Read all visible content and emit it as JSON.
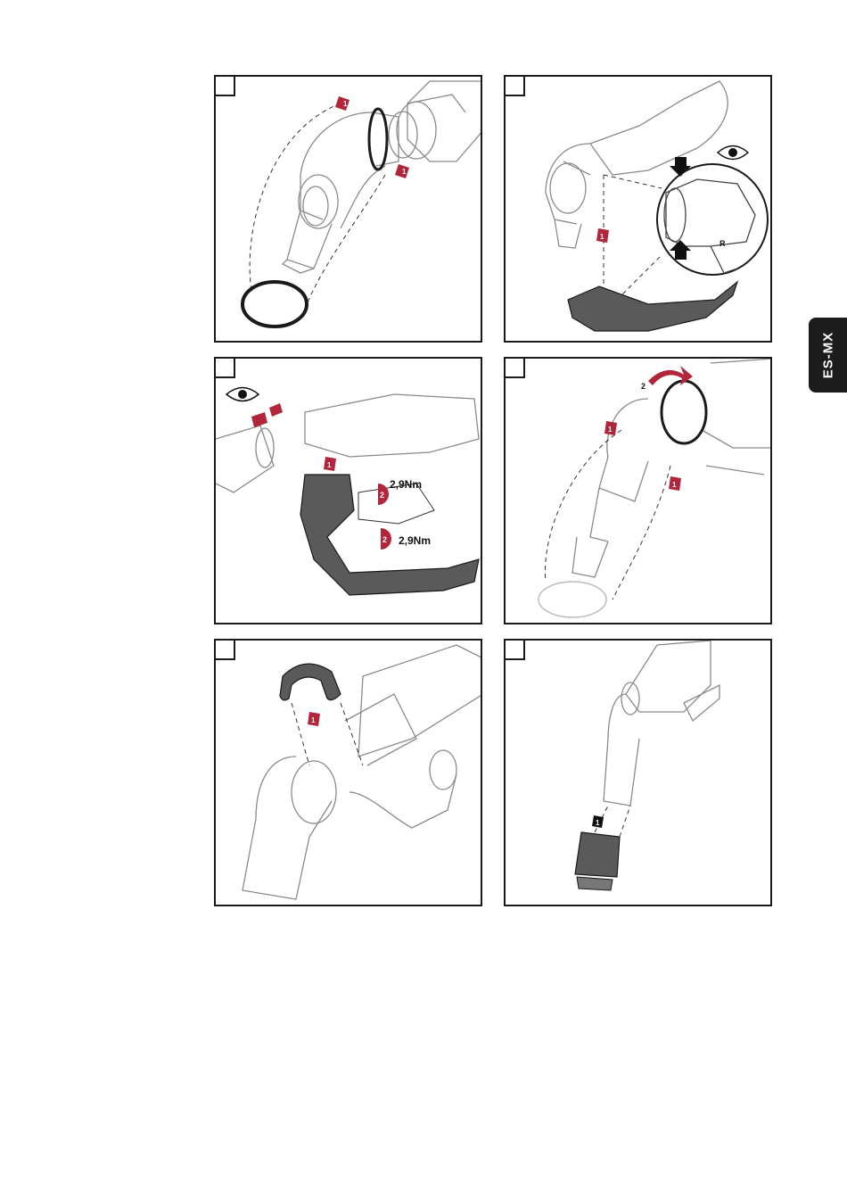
{
  "side_tab": {
    "label": "ES-MX"
  },
  "panels": [
    {
      "markers": [
        "1",
        "1"
      ]
    },
    {
      "markers": [
        "1"
      ]
    },
    {
      "markers": [
        "1",
        "2",
        "2"
      ],
      "torque_labels": [
        "2,9Nm",
        "2,9Nm"
      ],
      "detail_labels": []
    },
    {
      "markers": [
        "1",
        "2",
        "1"
      ]
    },
    {
      "markers": [
        "1"
      ]
    },
    {
      "markers": [
        "1"
      ]
    }
  ],
  "panel2_detail": {
    "label": "R"
  },
  "colors": {
    "marker_red": "#b3253a",
    "outline": "#1a1a1a",
    "line_grey": "#8a8a8a",
    "dark_part": "#5a5a5a"
  },
  "icons": [
    "eye-icon",
    "arrow-down-icon",
    "arrow-up-icon",
    "rotate-arrow-icon"
  ]
}
